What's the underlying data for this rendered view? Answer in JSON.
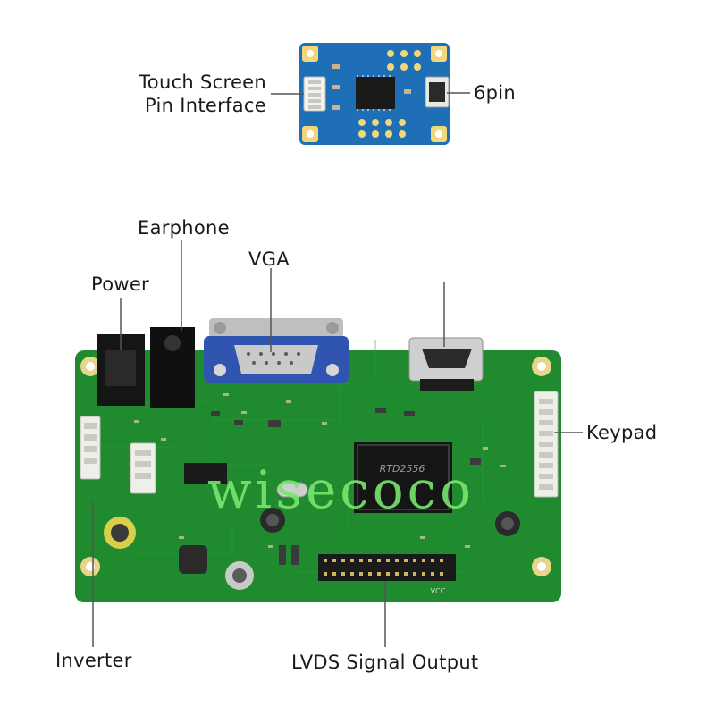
{
  "labels": {
    "touch_screen_line1": "Touch Screen",
    "touch_screen_line2": "Pin Interface",
    "six_pin": "6pin",
    "earphone": "Earphone",
    "vga": "VGA",
    "power": "Power",
    "keypad": "Keypad",
    "inverter": "Inverter",
    "lvds": "LVDS Signal Output"
  },
  "chip_marking": "RTD2556",
  "vcc_marking": "VCC",
  "watermark": "wisecoco",
  "colors": {
    "pcb_green": "#1f8a2e",
    "pcb_dark": "#176b22",
    "touch_board_blue": "#1e6fb6",
    "vga_blue": "#2f55b0",
    "leader_line": "#555555"
  }
}
